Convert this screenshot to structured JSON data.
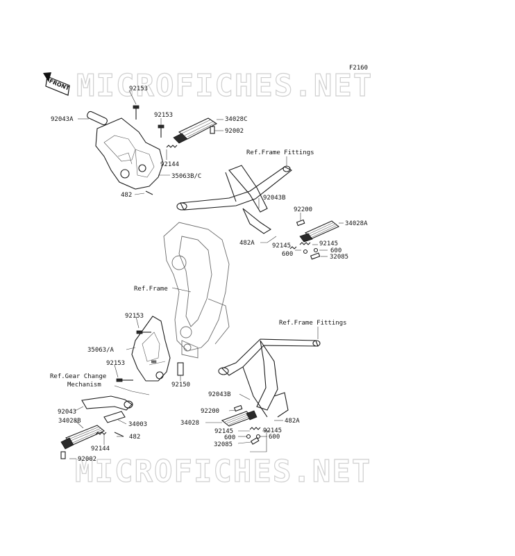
{
  "diagram": {
    "code": "F2160",
    "front_arrow": "FRONT",
    "watermark_top": "MICROFICHES.NET",
    "watermark_bottom": "MICROFICHES.NET",
    "refs": {
      "frame_fittings_1": "Ref.Frame Fittings",
      "frame": "Ref.Frame",
      "frame_fittings_2": "Ref.Frame Fittings",
      "gear_change_1": "Ref.Gear Change",
      "gear_change_2": "Mechanism"
    },
    "labels": {
      "l_92153_a": "92153",
      "l_92043a": "92043A",
      "l_92153_b": "92153",
      "l_34028c": "34028C",
      "l_92002_a": "92002",
      "l_92144_a": "92144",
      "l_35063bc": "35063B/C",
      "l_482_a": "482",
      "l_92043b_a": "92043B",
      "l_92200_a": "92200",
      "l_34028a": "34028A",
      "l_482a_a": "482A",
      "l_92145_a": "92145",
      "l_92145_b": "92145",
      "l_600_a": "600",
      "l_600_b": "600",
      "l_32085_a": "32085",
      "l_92153_c": "92153",
      "l_35063a": "35063/A",
      "l_92153_d": "92153",
      "l_92150": "92150",
      "l_92043": "92043",
      "l_34003": "34003",
      "l_34028b": "34028B",
      "l_482_b": "482",
      "l_92144_b": "92144",
      "l_92002_b": "92002",
      "l_92043b_b": "92043B",
      "l_92200_b": "92200",
      "l_34028": "34028",
      "l_482a_b": "482A",
      "l_92145_c": "92145",
      "l_92145_d": "92145",
      "l_600_c": "600",
      "l_600_d": "600",
      "l_32085_b": "32085"
    }
  }
}
